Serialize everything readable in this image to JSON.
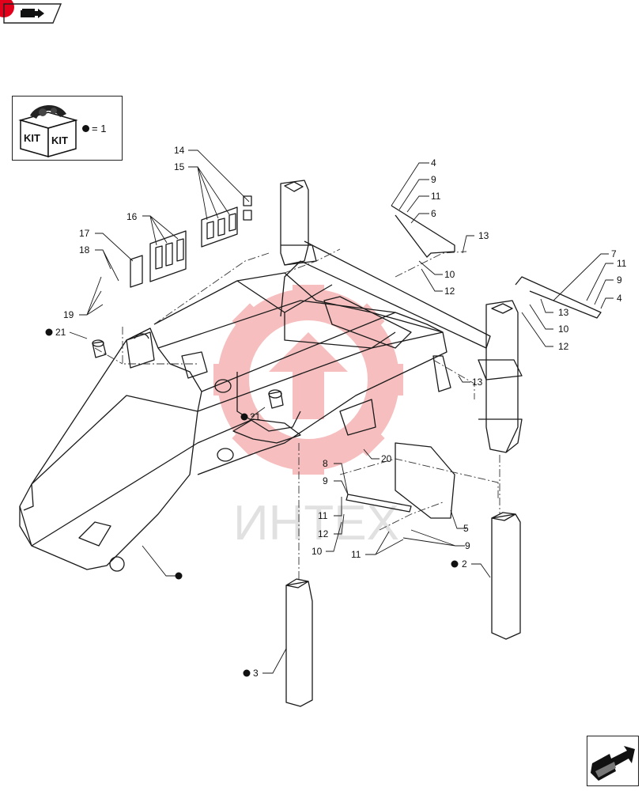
{
  "nav": {
    "prev_icon": "document-arrow-icon",
    "next_icon": "next-page-arrow-icon"
  },
  "kit": {
    "box_label_1": "KIT",
    "box_label_2": "KIT",
    "quantity": "= 1"
  },
  "watermark": "ИНТЕХ",
  "callouts": [
    {
      "key": "c14",
      "text": "14"
    },
    {
      "key": "c15",
      "text": "15"
    },
    {
      "key": "c16",
      "text": "16"
    },
    {
      "key": "c17",
      "text": "17"
    },
    {
      "key": "c18",
      "text": "18"
    },
    {
      "key": "c19",
      "text": "19"
    },
    {
      "key": "c21a",
      "text": "21"
    },
    {
      "key": "c21b",
      "text": "21"
    },
    {
      "key": "c4a",
      "text": "4"
    },
    {
      "key": "c9a",
      "text": "9"
    },
    {
      "key": "c11a",
      "text": "11"
    },
    {
      "key": "c6",
      "text": "6"
    },
    {
      "key": "c13a",
      "text": "13"
    },
    {
      "key": "c10a",
      "text": "10"
    },
    {
      "key": "c12a",
      "text": "12"
    },
    {
      "key": "c7",
      "text": "7"
    },
    {
      "key": "c11b",
      "text": "11"
    },
    {
      "key": "c9b",
      "text": "9"
    },
    {
      "key": "c4b",
      "text": "4"
    },
    {
      "key": "c13b",
      "text": "13"
    },
    {
      "key": "c10b",
      "text": "10"
    },
    {
      "key": "c12b",
      "text": "12"
    },
    {
      "key": "c13c",
      "text": "13"
    },
    {
      "key": "c20",
      "text": "20"
    },
    {
      "key": "c8",
      "text": "8"
    },
    {
      "key": "c9c",
      "text": "9"
    },
    {
      "key": "c11c",
      "text": "11"
    },
    {
      "key": "c12c",
      "text": "12"
    },
    {
      "key": "c10c",
      "text": "10"
    },
    {
      "key": "c11d",
      "text": "11"
    },
    {
      "key": "c9d",
      "text": "9"
    },
    {
      "key": "c5",
      "text": "5"
    },
    {
      "key": "c2",
      "text": "2"
    },
    {
      "key": "c3",
      "text": "3"
    }
  ],
  "colors": {
    "line": "#1a1a1a",
    "watermark_gear": "#f08a8a",
    "badge": "#e3001b"
  }
}
